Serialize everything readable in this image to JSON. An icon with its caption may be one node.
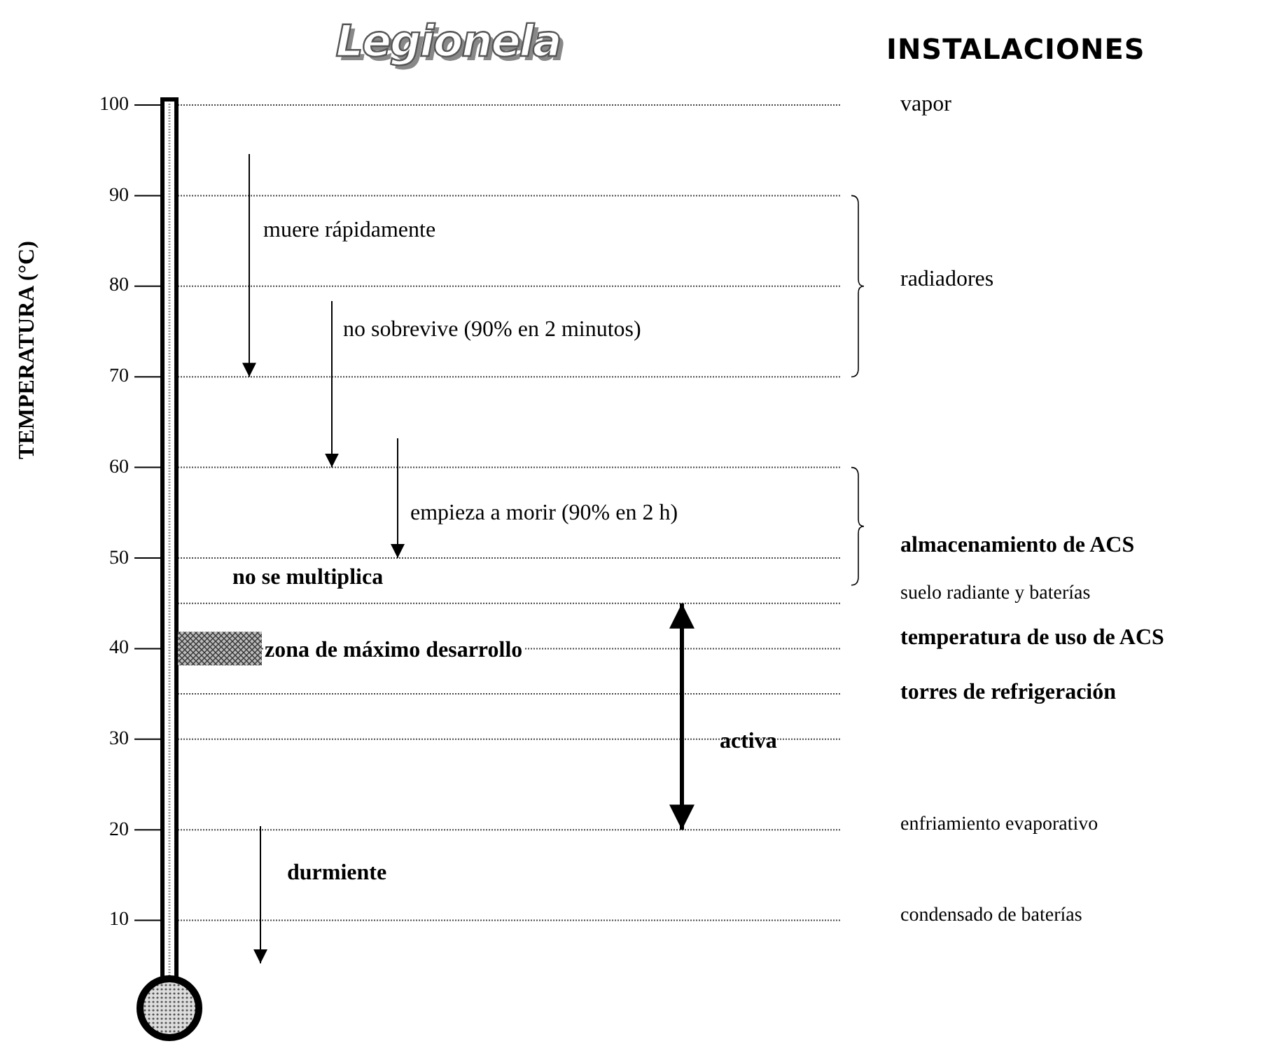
{
  "diagram": {
    "title": "Legionela",
    "labels": [
      "INSTALACIONES",
      "TEMPERATURA (°C)",
      "100",
      "vapor",
      "90",
      "muere rápidamente",
      "80",
      "radiadores",
      "no sobrevive (90% en 2 minutos)",
      "70",
      "60",
      "empieza a morir (90% en 2 h)",
      "50",
      "almacenamiento de ACS",
      "no se multiplica",
      "suelo radiante y baterías",
      "40",
      "zona de máximo desarrollo",
      "temperatura de uso de ACS",
      "torres de refrigeración",
      "30",
      "activa",
      "20",
      "enfriamiento evaporativo",
      "durmiente",
      "10",
      "condensado de baterías"
    ]
  }
}
